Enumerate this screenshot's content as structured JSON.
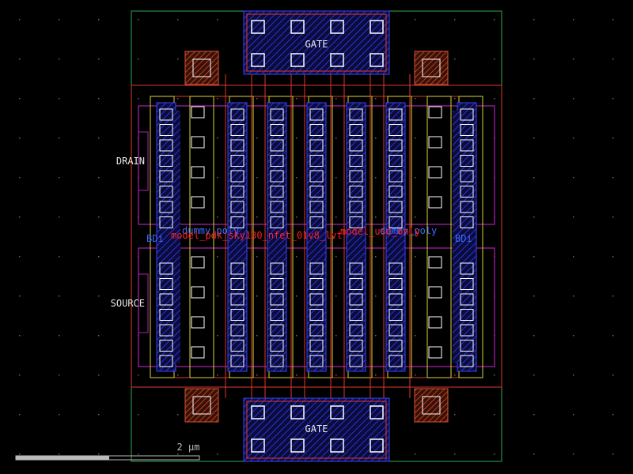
{
  "labels": {
    "gate_top": "GATE",
    "gate_bottom": "GATE",
    "drain": "DRAIN",
    "source": "SOURCE",
    "dummy_left": "dummy_poly",
    "dummy_right": "dummy_poly",
    "model_text": "model_pdk_sky130_nfet_01v8_lvt",
    "model_text_2": "model_use_only",
    "finger_left": "BDi",
    "finger_right": "BDi"
  },
  "scale_bar": {
    "label": "2 µm"
  },
  "colors": {
    "background": "#000000",
    "outline": "#2ea84e",
    "diffusion": "#e0392b",
    "poly": "#d7d33a",
    "metal1": "#2222cc",
    "met_hatch": "#1f2bd6",
    "contact": "#ffffff",
    "implant": "#b020b0",
    "tap_fill": "#d9542c",
    "label_red": "#ff2020",
    "label_white": "#e8e8e8",
    "label_blue": "#3b6bff"
  }
}
